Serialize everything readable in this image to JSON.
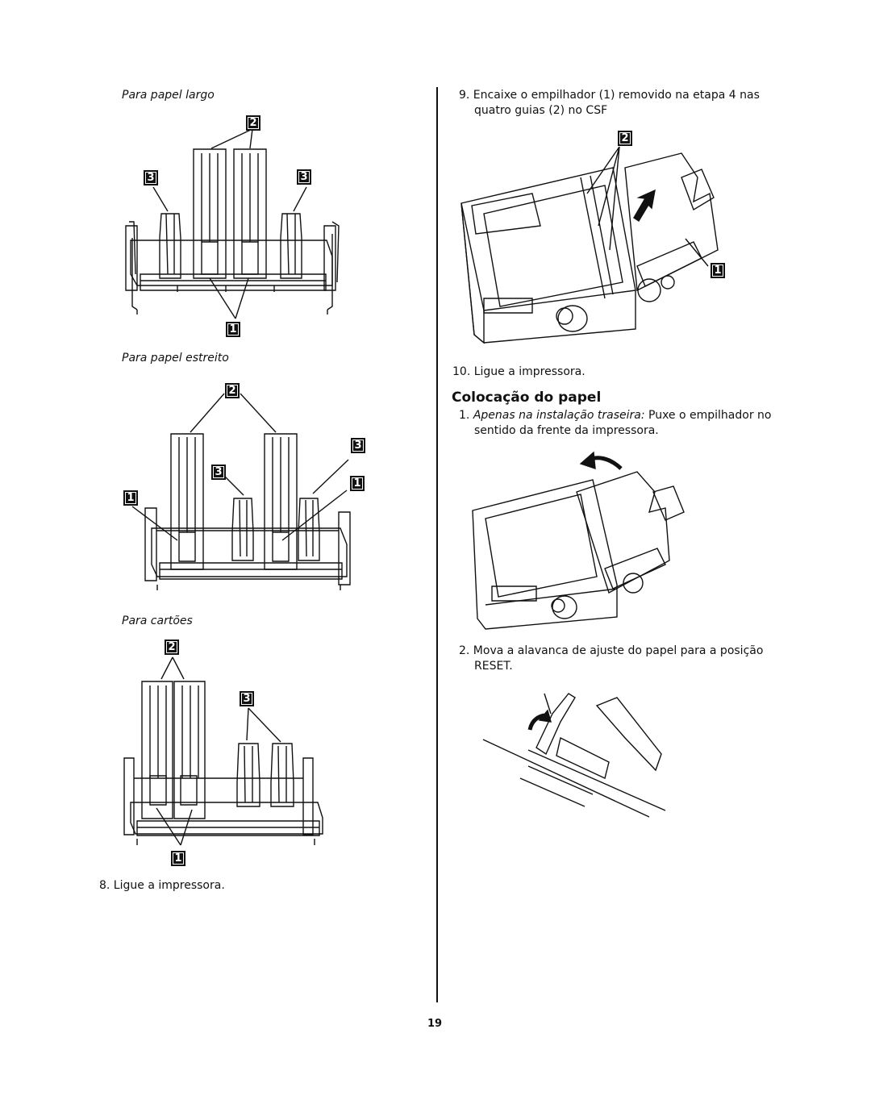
{
  "left": {
    "caption_wide": "Para papel largo",
    "caption_narrow": "Para papel estreito",
    "caption_cards": "Para cartões",
    "step8": "8. Ligue a impressora."
  },
  "right": {
    "step9": "9. Encaixe o empilhador (1) removido na etapa 4 nas quatro guias (2) no CSF",
    "step10": "10. Ligue a impressora.",
    "section_title": "Colocação do papel",
    "step1_num": "1.",
    "step1_italic": "Apenas na instalação traseira:",
    "step1_rest": " Puxe o empilhador no sentido da frente da impressora.",
    "step2": "2. Mova a alavanca de ajuste do papel para a posição RESET."
  },
  "callouts": {
    "one": "1",
    "two": "2",
    "three": "3"
  },
  "page_number": "19"
}
